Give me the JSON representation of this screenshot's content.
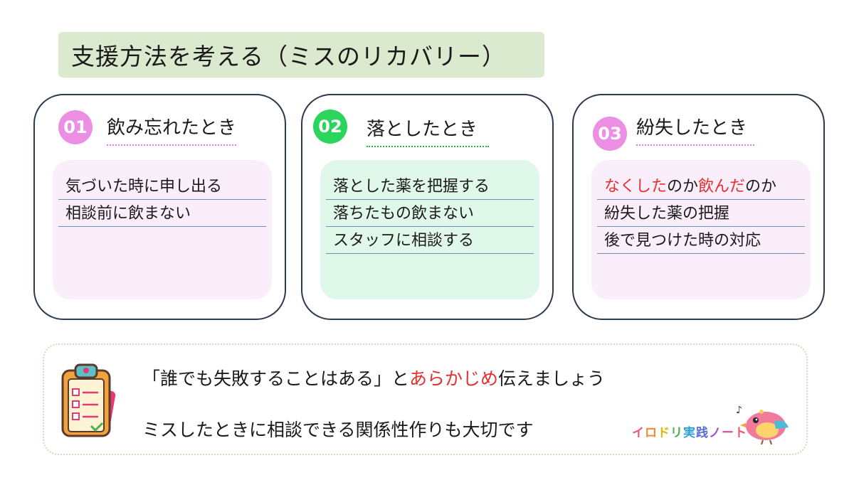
{
  "title": "支援方法を考える（ミスのリカバリー）",
  "cards": [
    {
      "number": "01",
      "heading": "飲み忘れたとき",
      "number_color": "#ec8fe4",
      "body_color": "#fbeefb",
      "underline_color": "#e07ae0",
      "items": [
        "気づいた時に申し出る",
        "相談前に飲まない"
      ]
    },
    {
      "number": "02",
      "heading": "落としたとき",
      "number_color": "#2bd45a",
      "body_color": "#e0f8e9",
      "underline_color": "#2bb24a",
      "items": [
        "落とした薬を把握する",
        "落ちたもの飲まない",
        "スタッフに相談する"
      ]
    },
    {
      "number": "03",
      "heading": "紛失したとき",
      "number_color": "#ec8fe4",
      "body_color": "#fbeefb",
      "underline_color": "#e07ae0",
      "first_item_parts": [
        "なくした",
        "のか",
        "飲んだ",
        "のか"
      ],
      "items": [
        "紛失した薬の把握",
        "後で見つけた時の対応"
      ]
    }
  ],
  "message": {
    "line1_a": "「誰でも失敗することはある」と",
    "line1_b": "あらかじめ",
    "line1_c": "伝えましょう",
    "line2": "ミスしたときに相談できる関係性作りも大切です"
  },
  "logo_chars": [
    "イ",
    "ロ",
    "ド",
    "リ",
    "実",
    "践",
    "ノ",
    "ー",
    "ト"
  ],
  "logo_colors": [
    "#e8567a",
    "#f08a2c",
    "#e7b400",
    "#4cb050",
    "#2d9fd8",
    "#5a6fd6",
    "#9a55c9",
    "#d94fa6",
    "#e8567a"
  ],
  "icons": [
    "clipboard-checklist-icon",
    "bird-mascot-icon"
  ],
  "colors": {
    "accent_red": "#e53030",
    "title_bg": "#dbe9cf",
    "card_border": "#2c3a4e"
  }
}
